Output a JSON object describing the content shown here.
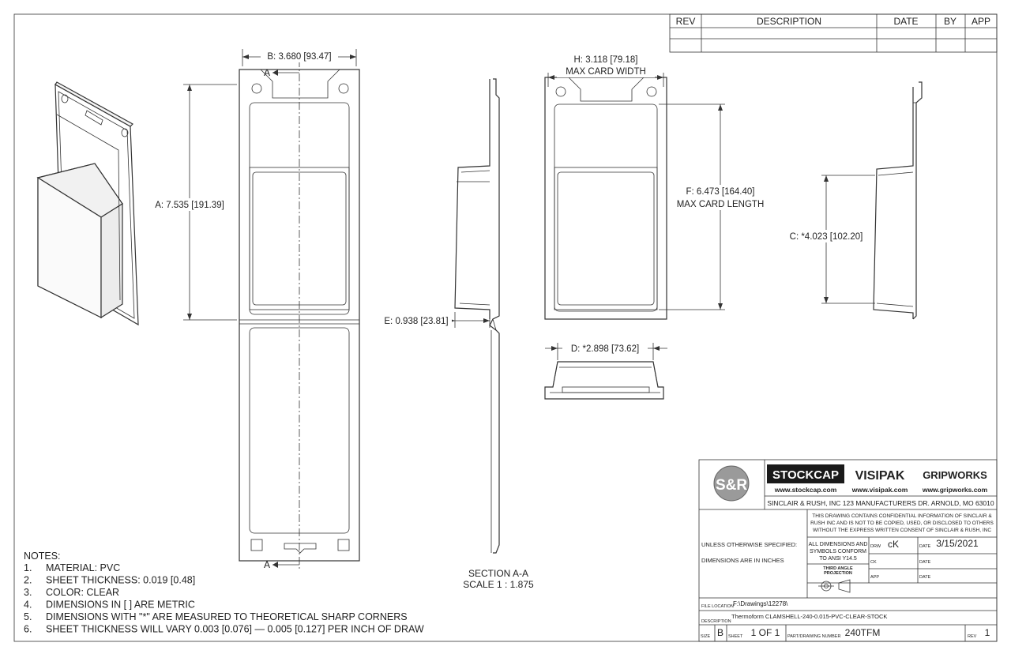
{
  "revision_block": {
    "headers": {
      "rev": "REV",
      "description": "DESCRIPTION",
      "date": "DATE",
      "by": "BY",
      "app": "APP"
    }
  },
  "dimensions": {
    "A": "A: 7.535 [191.39]",
    "B": "B: 3.680 [93.47]",
    "C": "C: *4.023 [102.20]",
    "D": "D: *2.898 [73.62]",
    "E": "E: 0.938 [23.81]",
    "F_line1": "F: 6.473 [164.40]",
    "F_line2": "MAX CARD LENGTH",
    "H_line1": "H: 3.118 [79.18]",
    "H_line2": "MAX CARD WIDTH",
    "section_mark": "A"
  },
  "section_label": {
    "line1": "SECTION A-A",
    "line2": "SCALE 1 : 1.875"
  },
  "notes": {
    "title": "NOTES:",
    "items": [
      {
        "num": "1.",
        "text": "MATERIAL: PVC"
      },
      {
        "num": "2.",
        "text": "SHEET THICKNESS: 0.019 [0.48]"
      },
      {
        "num": "3.",
        "text": "COLOR: CLEAR"
      },
      {
        "num": "4.",
        "text": "DIMENSIONS IN [ ] ARE METRIC"
      },
      {
        "num": "5.",
        "text": "DIMENSIONS WITH \"*\" ARE MEASURED TO THEORETICAL SHARP CORNERS"
      },
      {
        "num": "6.",
        "text": "SHEET THICKNESS WILL VARY 0.003 [0.076] — 0.005 [0.127] PER INCH OF DRAW"
      }
    ]
  },
  "title_block": {
    "logo_sr": "S&R",
    "brand_stockcap": "STOCKCAP",
    "brand_visipak": "VISIPAK",
    "brand_gripworks": "GRIPWORKS",
    "url_stockcap": "www.stockcap.com",
    "url_visipak": "www.visipak.com",
    "url_gripworks": "www.gripworks.com",
    "company_address": "SINCLAIR & RUSH, INC 123 MANUFACTURERS DR. ARNOLD, MO 63010",
    "confidential_1": "THIS DRAWING CONTAINS CONFIDENTIAL INFORMATION OF SINCLAIR &",
    "confidential_2": "RUSH INC AND IS NOT TO BE COPIED, USED, OR DISCLOSED TO OTHERS",
    "confidential_3": "WITHOUT THE EXPRESS WRITTEN CONSENT OF SINCLAIR & RUSH, INC",
    "unless_specified": "UNLESS OTHERWISE SPECIFIED:",
    "dims_in_inches": "DIMENSIONS ARE IN INCHES",
    "conform_1": "ALL DIMENSIONS AND",
    "conform_2": "SYMBOLS CONFORM",
    "conform_3": "TO ANSI Y14.5",
    "drw_label": "DRW",
    "drw_value": "cK",
    "date_label": "DATE",
    "date_value": "3/15/2021",
    "ck_label": "CK",
    "ck_date_label": "DATE",
    "app_label": "APP",
    "app_date_label": "DATE",
    "projection_1": "THIRD ANGLE",
    "projection_2": "PROJECTION",
    "file_location_label": "FILE LOCATION",
    "file_location_value": "F:\\Drawings\\12278\\",
    "description_label": "DESCRIPTION",
    "description_value": "Thermoform CLAMSHELL-240-0.015-PVC-CLEAR-STOCK",
    "size_label": "SIZE",
    "size_value": "B",
    "sheet_label": "SHEET",
    "sheet_value": "1 OF 1",
    "part_label": "PART/DRAWING NUMBER",
    "part_value": "240TFM",
    "rev_label": "REV",
    "rev_value": "1"
  },
  "colors": {
    "line": "#333333",
    "brand_dark": "#1a1a1a",
    "logo_gray": "#8a8a8a"
  }
}
